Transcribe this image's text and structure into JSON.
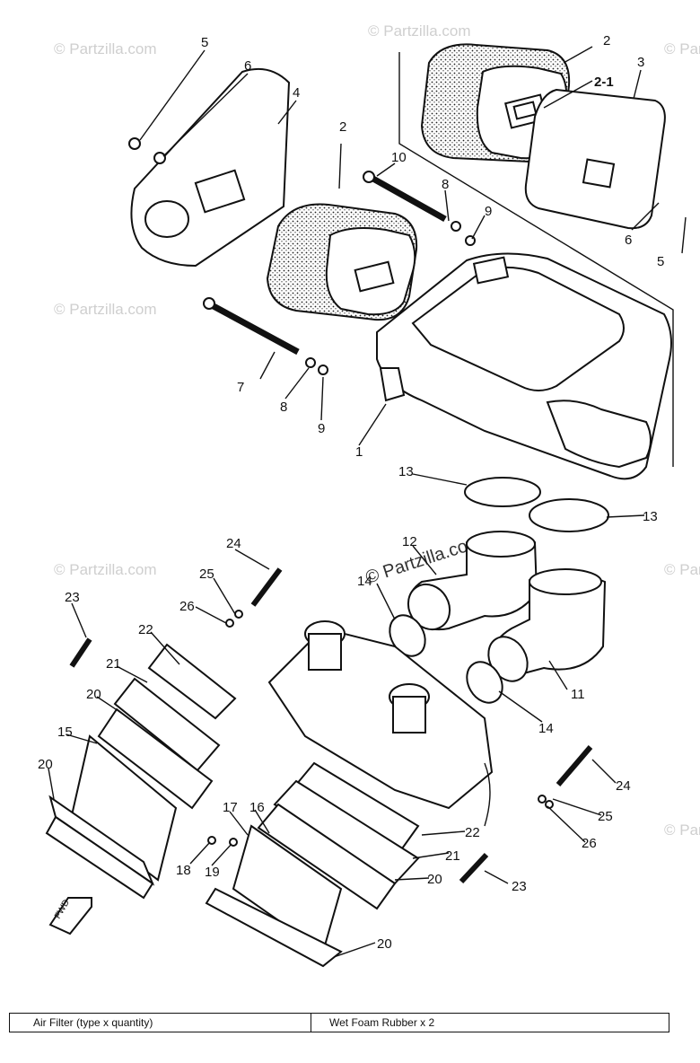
{
  "diagram": {
    "callouts": [
      "1",
      "2",
      "2",
      "2-1",
      "3",
      "4",
      "5",
      "5",
      "6",
      "6",
      "7",
      "8",
      "8",
      "9",
      "9",
      "10",
      "11",
      "12",
      "13",
      "13",
      "14",
      "14",
      "15",
      "16",
      "17",
      "18",
      "19",
      "20",
      "20",
      "20",
      "20",
      "21",
      "21",
      "22",
      "22",
      "23",
      "23",
      "24",
      "24",
      "25",
      "25",
      "26",
      "26"
    ],
    "watermark": "© Partzilla.com",
    "fwd_label": "FWD"
  },
  "spec_table": {
    "label": "Air Filter (type x quantity)",
    "value": "Wet Foam Rubber x 2"
  }
}
